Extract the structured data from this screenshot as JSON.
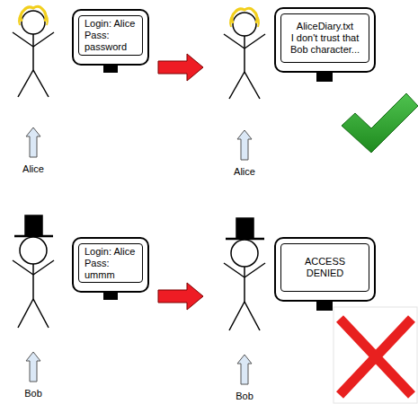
{
  "diagram": {
    "nodes": [
      {
        "text": [
          "Login: Alice",
          "Pass: password"
        ]
      },
      {
        "text": [
          "AliceDiary.txt",
          "I don't trust that Bob character..."
        ]
      },
      {
        "text": [
          "Login: Alice",
          "Pass: ummm"
        ]
      },
      {
        "text": [
          "ACCESS DENIED"
        ]
      }
    ],
    "labels": [
      "Alice",
      "Alice",
      "Bob",
      "Bob"
    ]
  }
}
